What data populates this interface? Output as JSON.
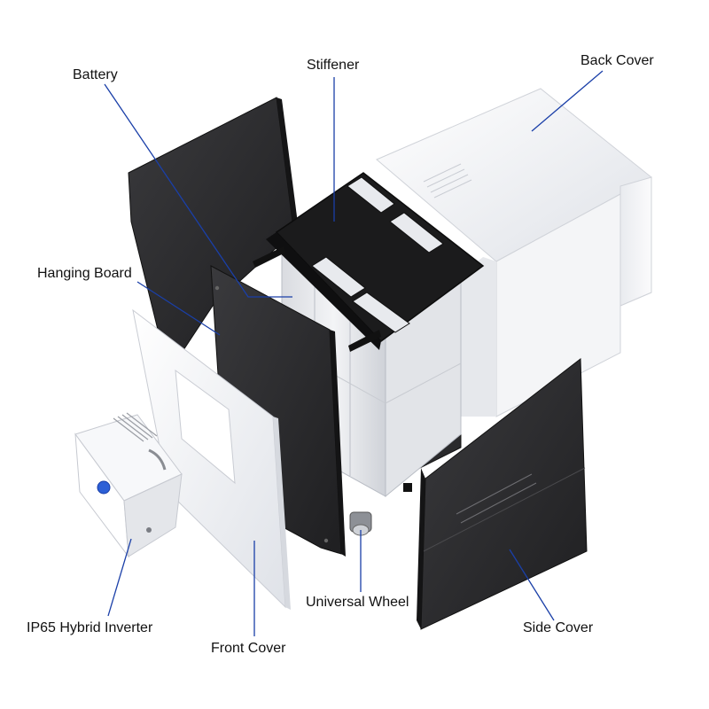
{
  "labels": {
    "battery": "Battery",
    "stiffener": "Stiffener",
    "back_cover": "Back Cover",
    "hanging_board": "Hanging Board",
    "universal_wheel": "Universal Wheel",
    "side_cover": "Side Cover",
    "ip65_hybrid_inverter": "IP65 Hybrid Inverter",
    "front_cover": "Front Cover"
  },
  "colors": {
    "leader_line": "#1a3fa8",
    "dark_panel": "#2b2b2d",
    "white_panel": "#f2f3f6",
    "frame": "#141414"
  },
  "icons": {
    "inverter_logo": "circle-logo-icon"
  }
}
